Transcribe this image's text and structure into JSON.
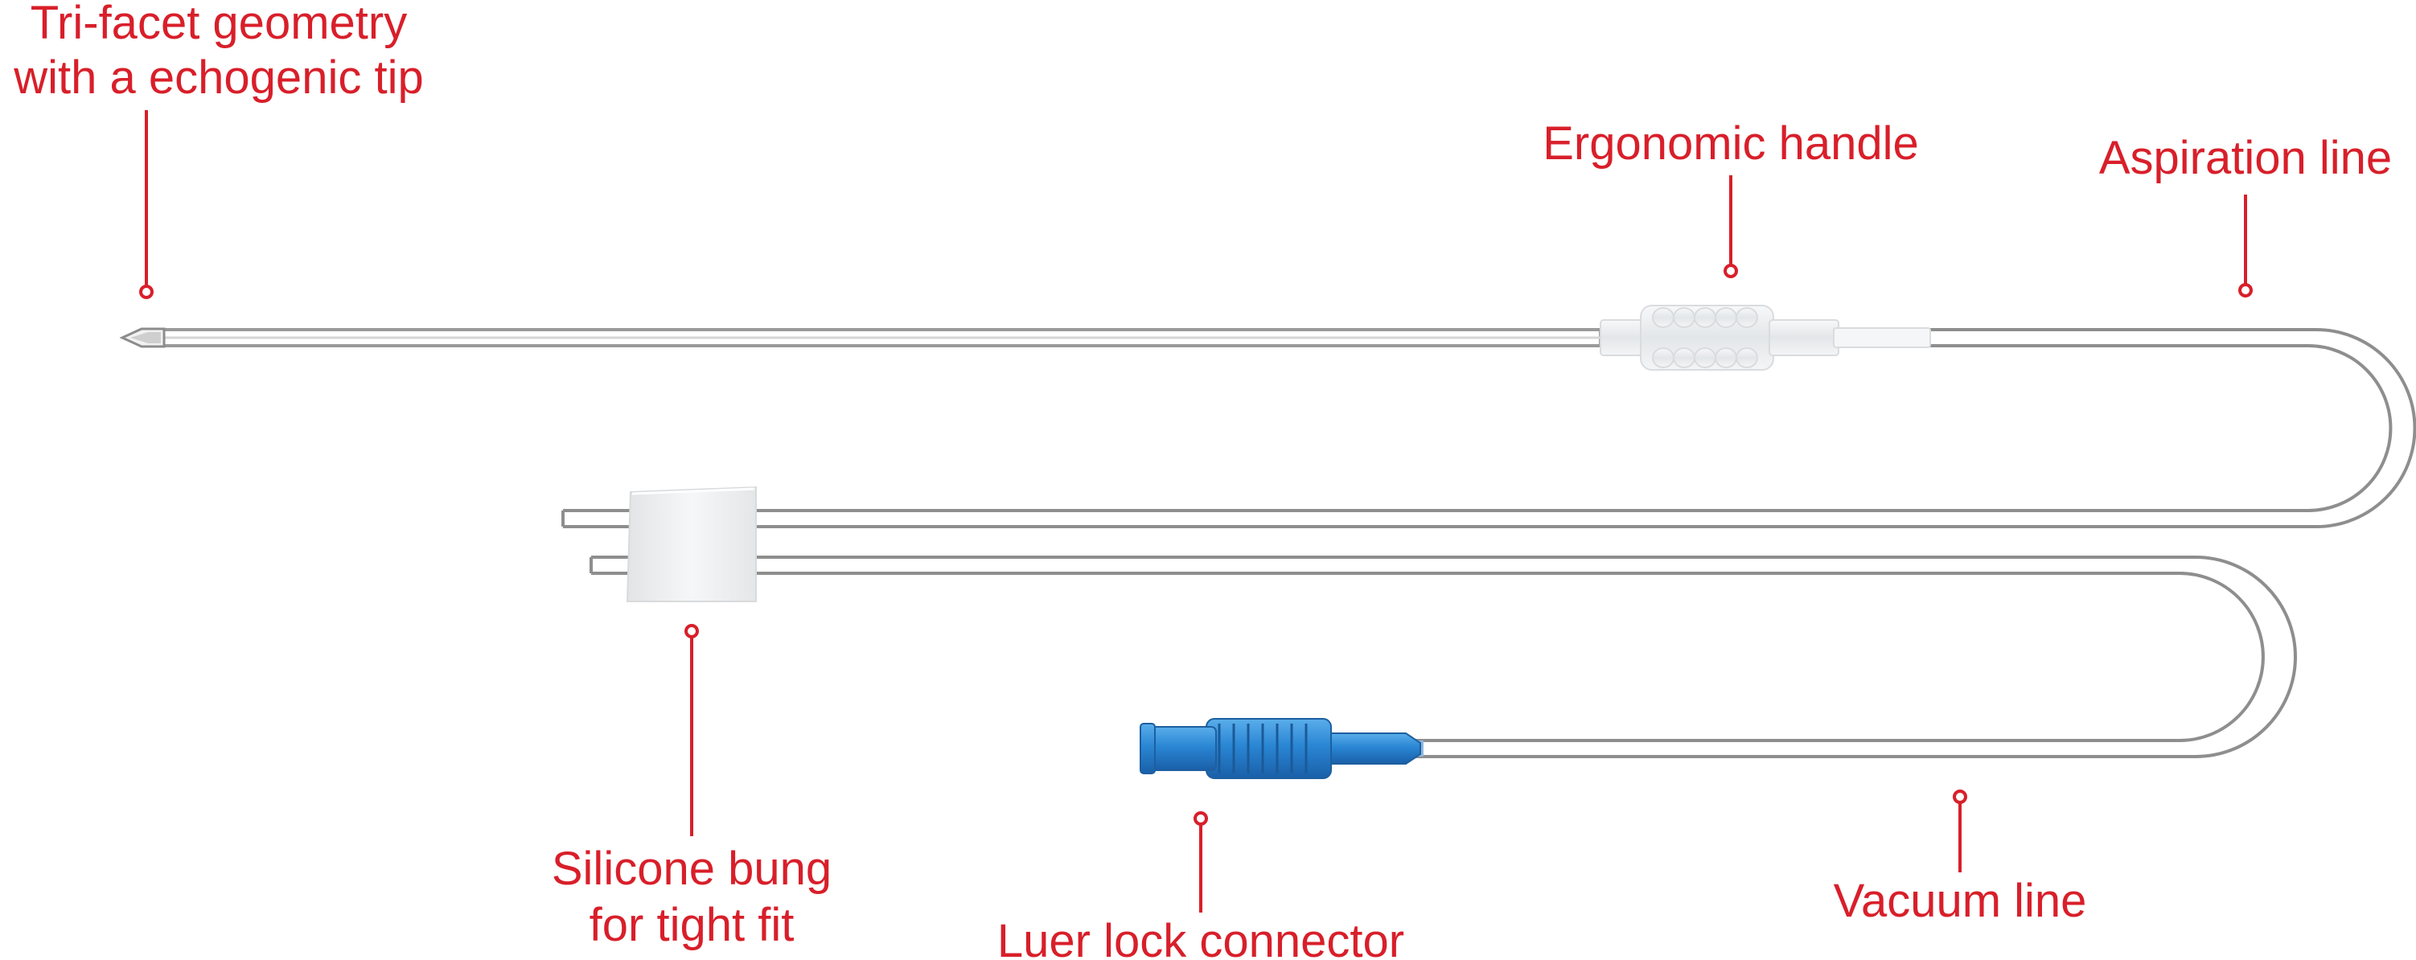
{
  "colors": {
    "accent": "#d81f2a",
    "tube": "#8e8e8e",
    "needle": "#9a9a9a",
    "handle": "#eef0f2",
    "bung": "#eceeef",
    "connector": "#2a86d4"
  },
  "labels": {
    "tip_line1": "Tri-facet geometry",
    "tip_line2": "with a echogenic tip",
    "handle": "Ergonomic handle",
    "aspiration": "Aspiration line",
    "bung_line1": "Silicone bung",
    "bung_line2": "for tight fit",
    "luer": "Luer lock connector",
    "vacuum": "Vacuum line"
  }
}
